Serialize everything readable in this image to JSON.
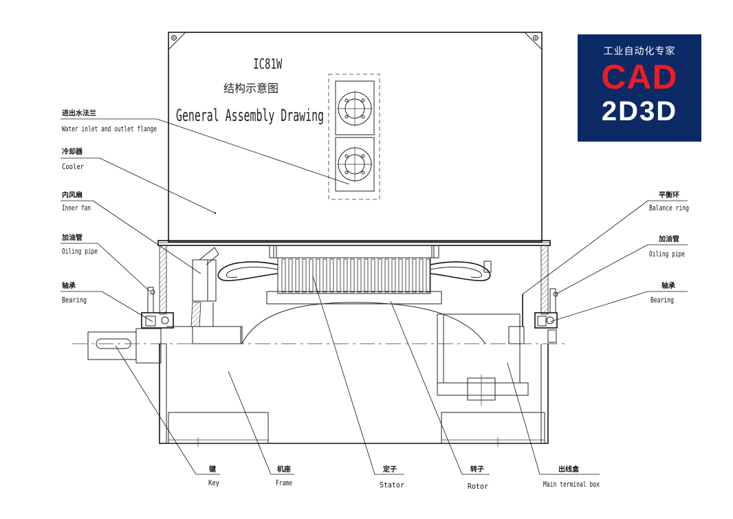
{
  "title": {
    "code": "IC81W",
    "cn": "结构示意图",
    "en": "General Assembly Drawing"
  },
  "logo": {
    "line1": "工业自动化专家",
    "line2": "CAD",
    "line3": "2D3D",
    "colors": {
      "background": "#0b2a66",
      "accent": "#ee1c24",
      "text": "#ffffff"
    }
  },
  "labels": {
    "water": {
      "cn": "进出水法兰",
      "en": "Water inlet and outlet flange"
    },
    "cooler": {
      "cn": "冷却器",
      "en": "Cooler"
    },
    "inner_fan": {
      "cn": "内风扇",
      "en": "Inner fan"
    },
    "oil_left": {
      "cn": "加油管",
      "en": "Oiling pipe"
    },
    "bearing_left": {
      "cn": "轴承",
      "en": "Bearing"
    },
    "balance": {
      "cn": "平衡环",
      "en": "Balance ring"
    },
    "oil_right": {
      "cn": "加油管",
      "en": "Oiling pipe"
    },
    "bearing_right": {
      "cn": "轴承",
      "en": "Bearing"
    },
    "key": {
      "cn": "键",
      "en": "Key"
    },
    "frame": {
      "cn": "机座",
      "en": "Frame"
    },
    "stator": {
      "cn": "定子",
      "en": "Stator"
    },
    "rotor": {
      "cn": "转子",
      "en": "Rotor"
    },
    "terminal": {
      "cn": "出线盒",
      "en": "Main terminal box"
    }
  }
}
